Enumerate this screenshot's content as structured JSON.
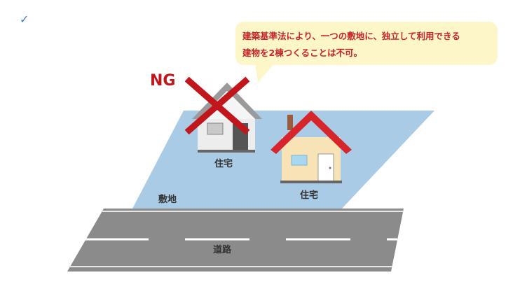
{
  "bubble": {
    "line1": "建築基準法により、一つの敷地に、独立して利用できる",
    "line2": "建物を2棟つくることは不可。"
  },
  "ng_label": "NG",
  "labels": {
    "house_left": "住宅",
    "house_right": "住宅",
    "site": "敷地",
    "road": "道路"
  },
  "colors": {
    "site": "#a9cbe6",
    "road": "#8a8a8a",
    "cross": "#c0161c",
    "roof_right": "#d6262b",
    "house_right_wall": "#f7e3b6",
    "bubble_bg": "#fdf6c9"
  }
}
